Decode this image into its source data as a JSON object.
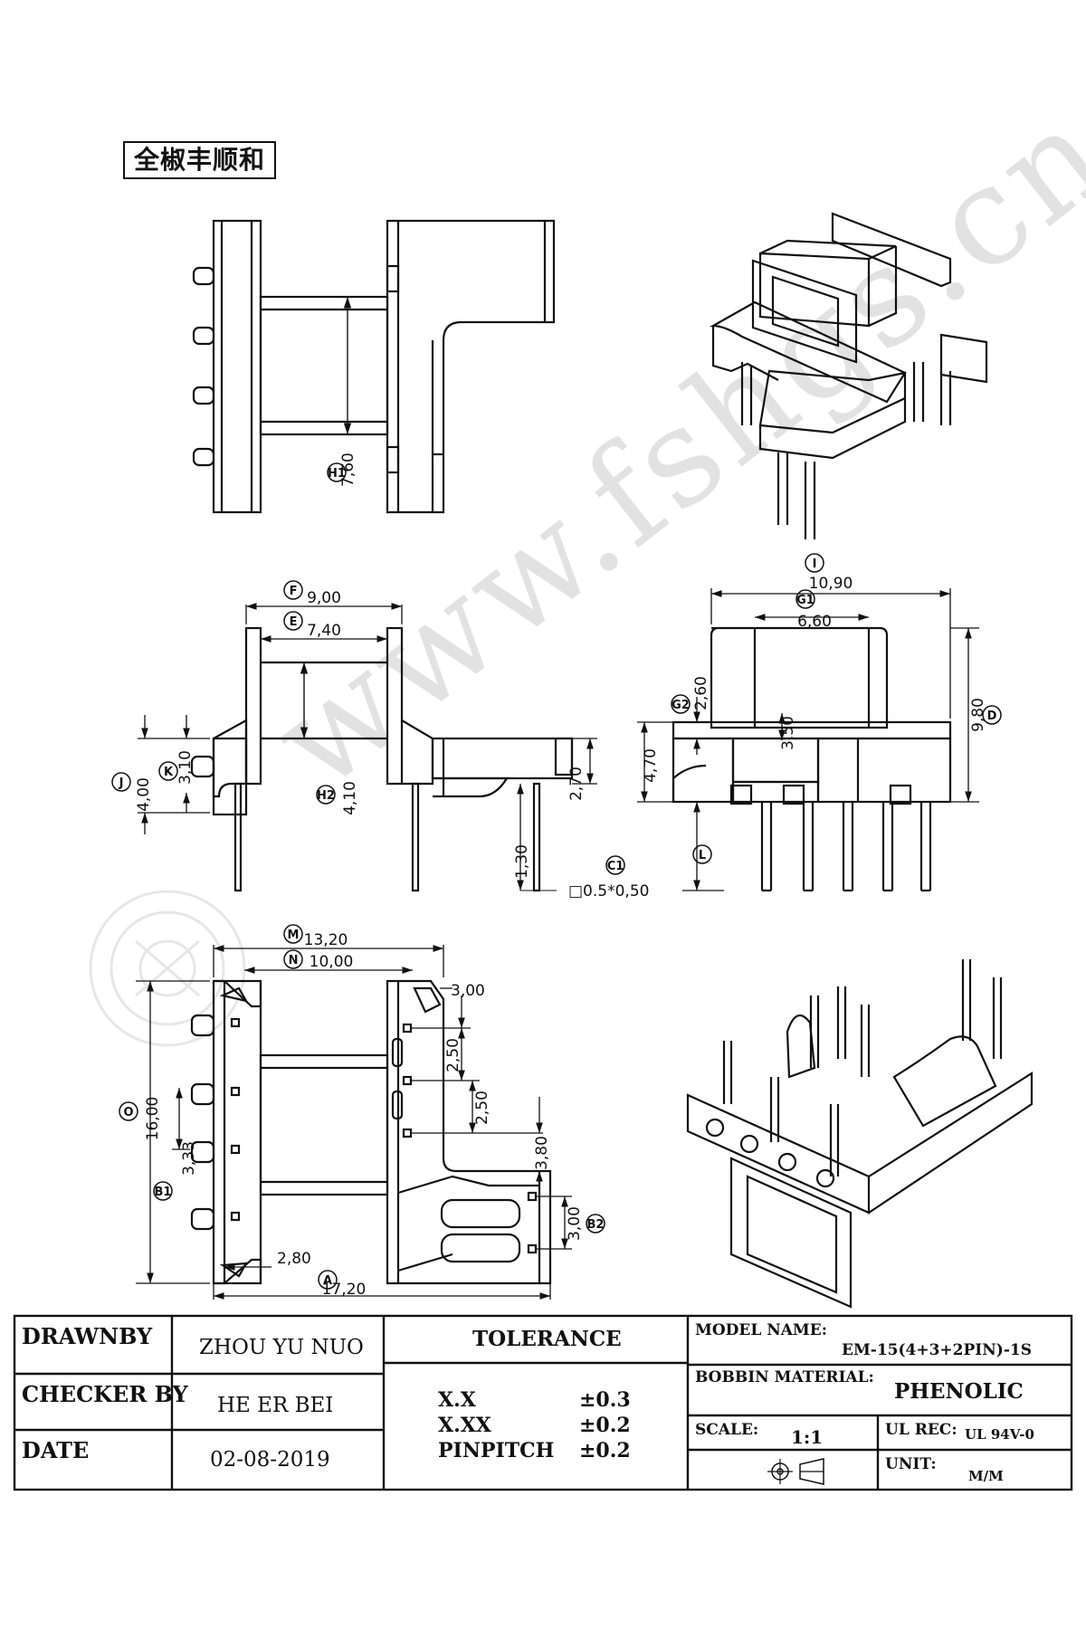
{
  "company": "全椒丰顺和",
  "watermark": "www.fshgs.cn",
  "title_block": {
    "drawnby_label": "DRAWNBY",
    "drawnby_value": "ZHOU YU NUO",
    "checker_label": "CHECKER BY",
    "checker_value": "HE ER BEI",
    "date_label": "DATE",
    "date_value": "02-08-2019",
    "tolerance_label": "TOLERANCE",
    "tolerances": [
      {
        "name": "X.X",
        "value": "±0.3"
      },
      {
        "name": "X.XX",
        "value": "±0.2"
      },
      {
        "name": "PINPITCH",
        "value": "±0.2"
      }
    ],
    "model_label": "MODEL NAME:",
    "model_value": "EM-15(4+3+2PIN)-1S",
    "material_label": "BOBBIN MATERIAL:",
    "material_value": "PHENOLIC",
    "scale_label": "SCALE:",
    "scale_value": "1:1",
    "ul_label": "UL REC:",
    "ul_value": "UL 94V-0",
    "unit_label": "UNIT:",
    "unit_value": "M/M"
  },
  "dimensions": {
    "H1": {
      "code": "H1",
      "value": "7,60"
    },
    "F": {
      "code": "F",
      "value": "9,00"
    },
    "E": {
      "code": "E",
      "value": "7,40"
    },
    "J": {
      "code": "J",
      "value": "4,00"
    },
    "K": {
      "code": "K",
      "value": "3,10"
    },
    "H2": {
      "code": "H2",
      "value": "4,10"
    },
    "side_270": "2,70",
    "side_130": "1,30",
    "C1": {
      "code": "C1",
      "value": "□0.5*0,50"
    },
    "I": {
      "code": "I",
      "value": "10,90"
    },
    "G1": {
      "code": "G1",
      "value": "6,60"
    },
    "G2": {
      "code": "G2",
      "value": "2,60"
    },
    "D": {
      "code": "D",
      "value": "9,80"
    },
    "front_470": "4,70",
    "front_350": "3,50",
    "L": {
      "code": "L"
    },
    "M": {
      "code": "M",
      "value": "13,20"
    },
    "N": {
      "code": "N",
      "value": "10,00"
    },
    "top_300": "3,00",
    "top_250a": "2,50",
    "top_250b": "2,50",
    "top_380": "3,80",
    "O": {
      "code": "O",
      "value": "16,00"
    },
    "B1": {
      "code": "B1",
      "value": "3,33"
    },
    "B2": {
      "code": "B2",
      "value": "3,00"
    },
    "top_280": "2,80",
    "A": {
      "code": "A",
      "value": "17,20"
    }
  }
}
